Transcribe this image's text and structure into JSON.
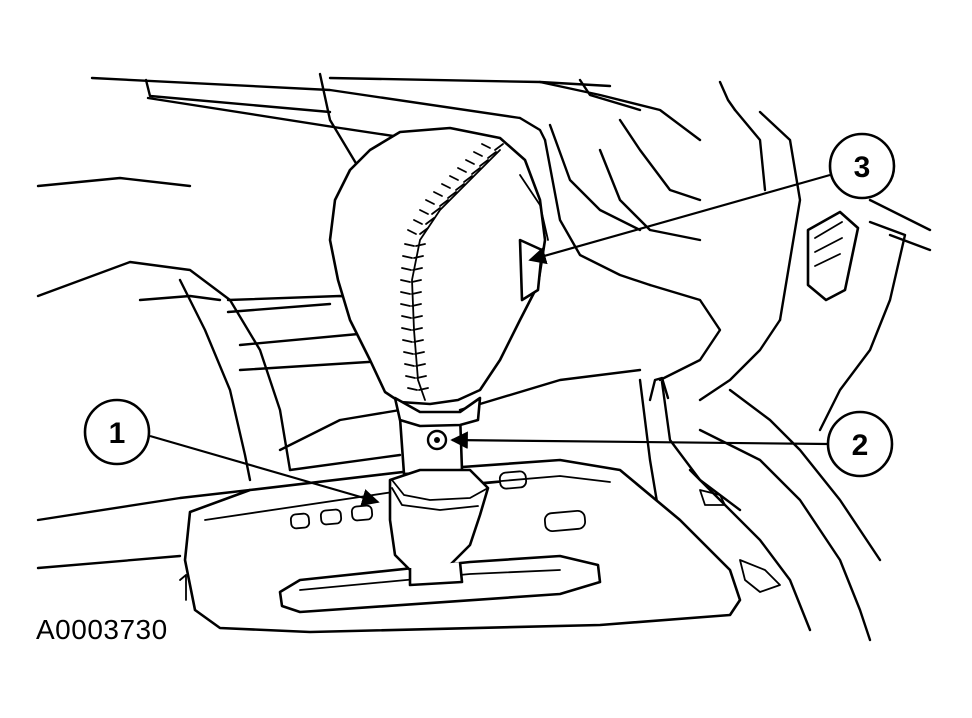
{
  "figure": {
    "id": "A0003730"
  },
  "callouts": [
    {
      "number": "1"
    },
    {
      "number": "2"
    },
    {
      "number": "3"
    }
  ]
}
